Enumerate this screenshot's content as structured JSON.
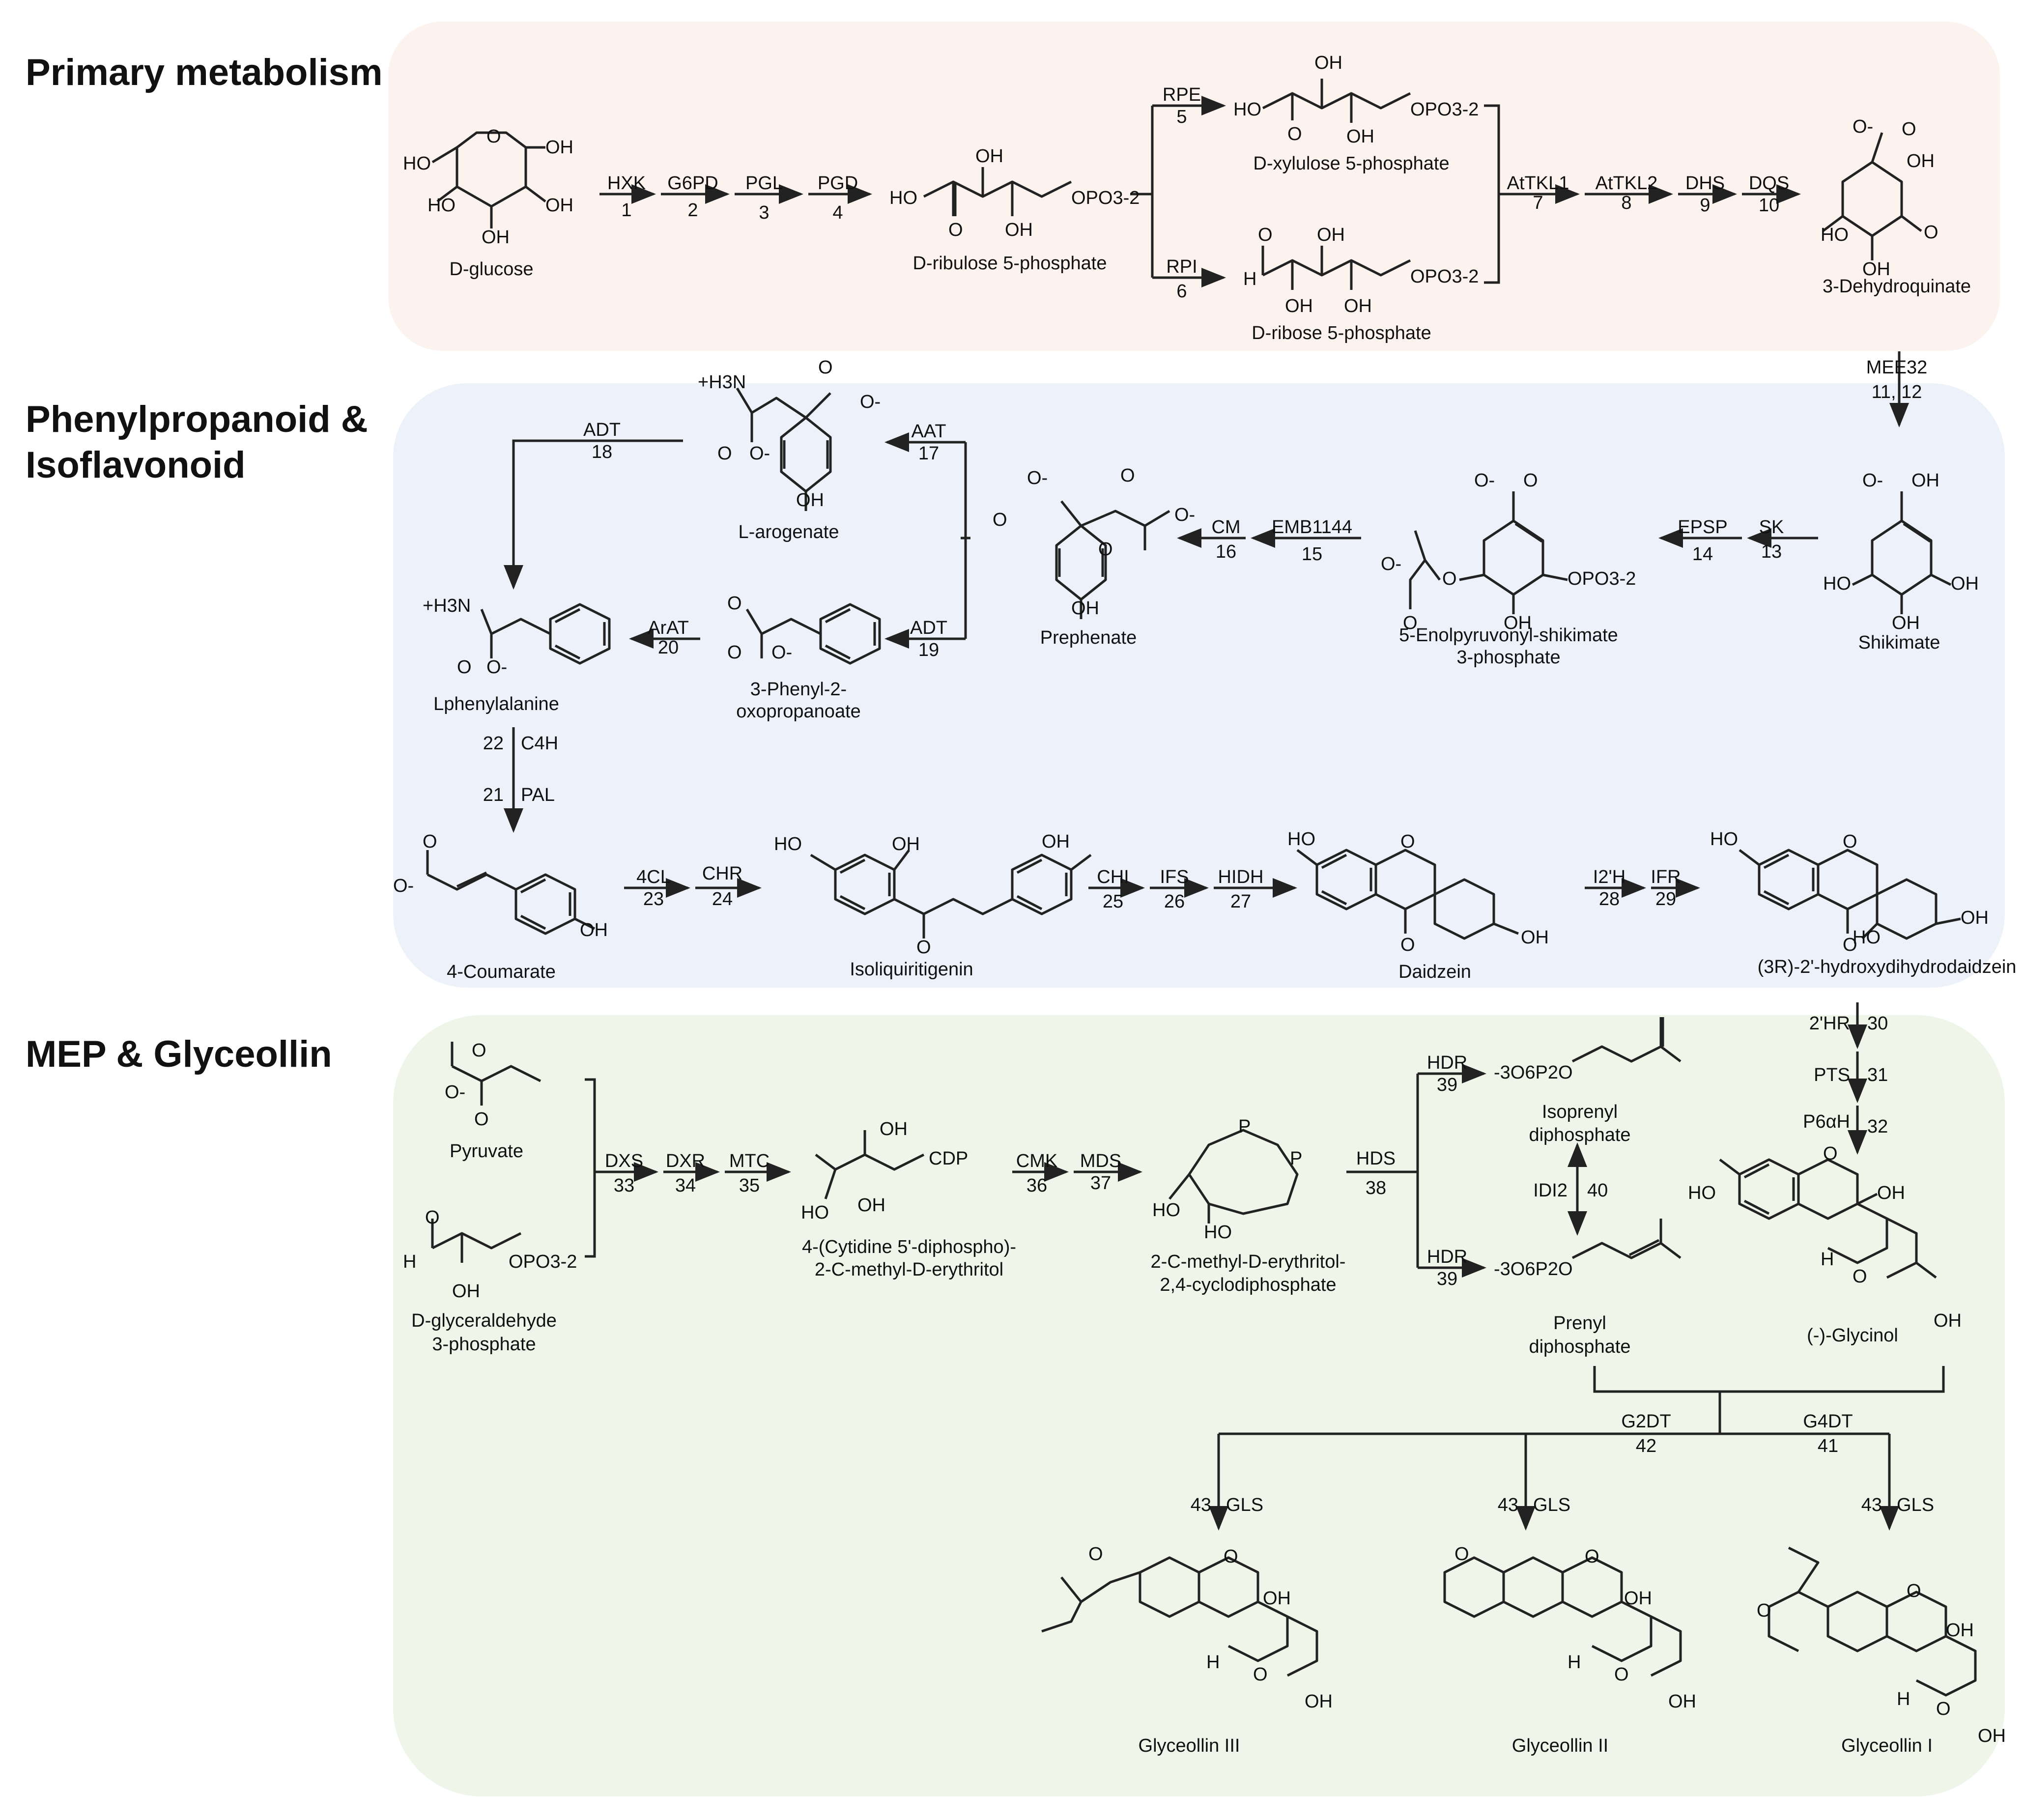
{
  "sections": {
    "primary": "Primary metabolism",
    "phenyl_line1": "Phenylpropanoid &",
    "phenyl_line2": "Isoflavonoid",
    "mep": "MEP & Glyceollin"
  },
  "colors": {
    "primary_bg": "#fcf3ee",
    "phenyl_bg": "#edf2fa",
    "mep_bg": "#eff5e8",
    "line": "#222222"
  },
  "compounds": {
    "glucose": "D-glucose",
    "ribulose5p": "D-ribulose 5-phosphate",
    "xylulose5p": "D-xylulose 5-phosphate",
    "ribose5p": "D-ribose 5-phosphate",
    "dehydroquinate": "3-Dehydroquinate",
    "shikimate": "Shikimate",
    "epsp_l1": "5-Enolpyruvonyl-shikimate",
    "epsp_l2": "3-phosphate",
    "prephenate": "Prephenate",
    "arogenate": "L-arogenate",
    "phenylpyruvate_l1": "3-Phenyl-2-",
    "phenylpyruvate_l2": "oxopropanoate",
    "phenylalanine": "Lphenylalanine",
    "coumarate": "4-Coumarate",
    "isoliquiritigenin": "Isoliquiritigenin",
    "daidzein": "Daidzein",
    "hydroxydihydrodaidzein": "(3R)-2'-hydroxydihydrodaidzein",
    "pyruvate": "Pyruvate",
    "g3p_l1": "D-glyceraldehyde",
    "g3p_l2": "3-phosphate",
    "cdpme_l1": "4-(Cytidine 5'-diphospho)-",
    "cdpme_l2": "2-C-methyl-D-erythritol",
    "mecpp_l1": "2-C-methyl-D-erythritol-",
    "mecpp_l2": "2,4-cyclodiphosphate",
    "ipp_l1": "Isoprenyl",
    "ipp_l2": "diphosphate",
    "dmapp_l1": "Prenyl",
    "dmapp_l2": "diphosphate",
    "glycinol": "(-)-Glycinol",
    "glyceollin3": "Glyceollin III",
    "glyceollin2": "Glyceollin II",
    "glyceollin1": "Glyceollin I"
  },
  "enzymes": {
    "hxk": "HXK",
    "n1": "1",
    "g6pd": "G6PD",
    "n2": "2",
    "pgl": "PGL",
    "n3": "3",
    "pgd": "PGD",
    "n4": "4",
    "rpe": "RPE",
    "n5": "5",
    "rpi": "RPI",
    "n6": "6",
    "attkl1": "AtTKL1",
    "n7": "7",
    "attkl2": "AtTKL2",
    "n8": "8",
    "dhs": "DHS",
    "n9": "9",
    "dqs": "DQS",
    "n10": "10",
    "mee32": "MEE32",
    "n11_12": "11, 12",
    "sk": "SK",
    "n13": "13",
    "epspe": "EPSP",
    "n14": "14",
    "emb1144": "EMB1144",
    "n15": "15",
    "cm": "CM",
    "n16": "16",
    "aat": "AAT",
    "n17": "17",
    "adt18": "ADT",
    "n18": "18",
    "adt19": "ADT",
    "n19": "19",
    "arat": "ArAT",
    "n20": "20",
    "n22": "22",
    "c4h": "C4H",
    "n21": "21",
    "pal": "PAL",
    "fourcl": "4CL",
    "n23": "23",
    "chr": "CHR",
    "n24": "24",
    "chi": "CHI",
    "n25": "25",
    "ifs": "IFS",
    "n26": "26",
    "hidh": "HIDH",
    "n27": "27",
    "i2h": "I2'H",
    "n28": "28",
    "ifr": "IFR",
    "n29": "29",
    "twohr": "2'HR",
    "n30": "30",
    "pts": "PTS",
    "n31": "31",
    "p6ah": "P6αH",
    "n32": "32",
    "dxs": "DXS",
    "n33": "33",
    "dxr": "DXR",
    "n34": "34",
    "mtc": "MTC",
    "n35": "35",
    "cmk": "CMK",
    "n36": "36",
    "mds": "MDS",
    "n37": "37",
    "hds": "HDS",
    "n38": "38",
    "hdr_a": "HDR",
    "n39a": "39",
    "hdr_b": "HDR",
    "n39b": "39",
    "idi2": "IDI2",
    "n40": "40",
    "g2dt": "G2DT",
    "n42": "42",
    "g4dt": "G4DT",
    "n41": "41",
    "n43a": "43",
    "gls_a": "GLS",
    "n43b": "43",
    "gls_b": "GLS",
    "n43c": "43",
    "gls_c": "GLS"
  },
  "atoms": {
    "HO": "HO",
    "OH": "OH",
    "O": "O",
    "H": "H",
    "Om": "O-",
    "OPO3": "OPO3-2",
    "CDP": "CDP",
    "O6P2O": "-3O6P2O",
    "H3Np": "+H3N",
    "P": "P"
  }
}
